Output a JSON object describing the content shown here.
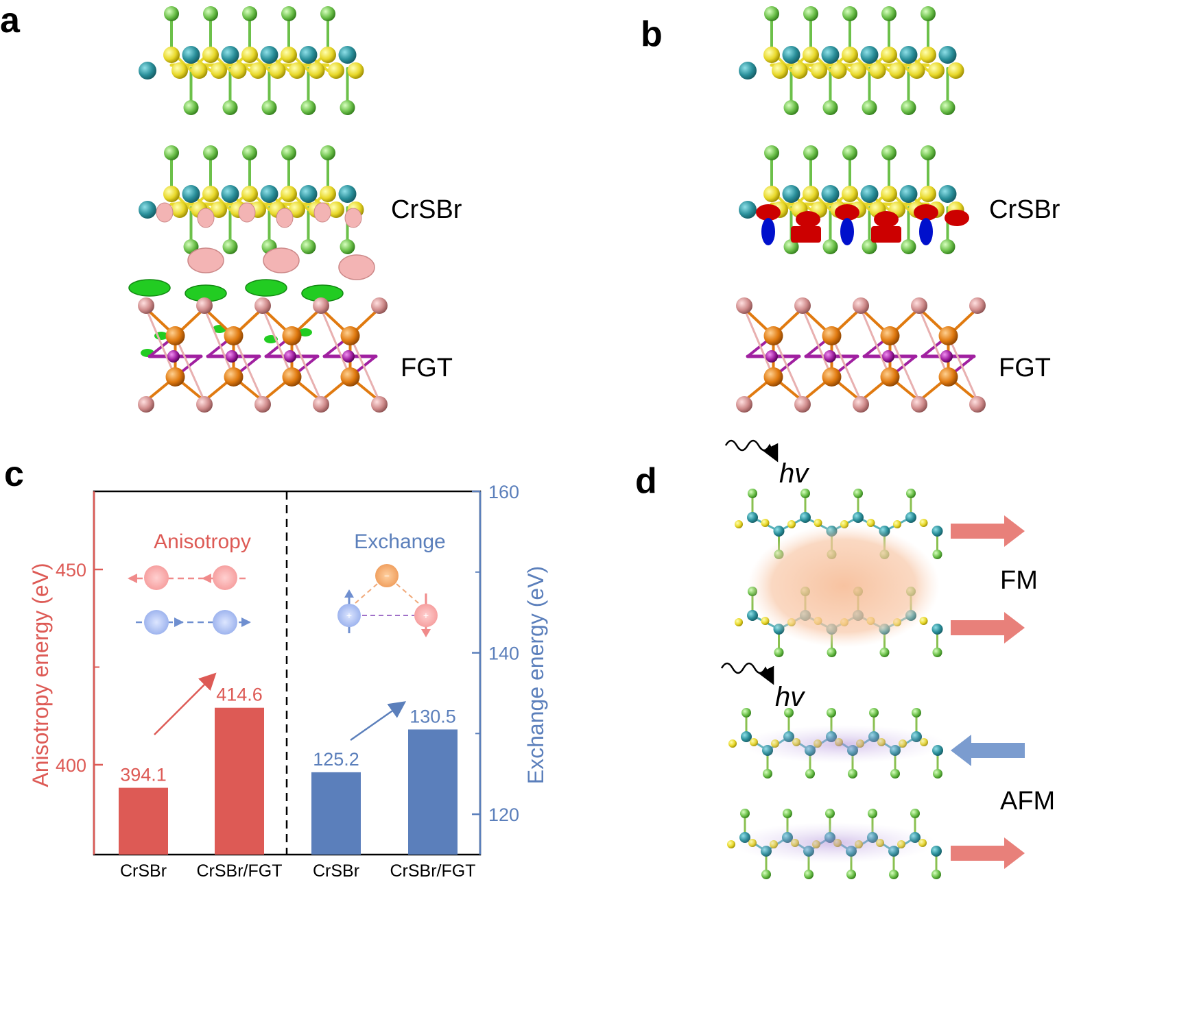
{
  "panels": {
    "a": {
      "letter": "a",
      "labels": {
        "top": "CrSBr",
        "bottom": "FGT"
      }
    },
    "b": {
      "letter": "b",
      "labels": {
        "top": "CrSBr",
        "bottom": "FGT"
      }
    },
    "c": {
      "letter": "c"
    },
    "d": {
      "letter": "d",
      "photon_label": "hv",
      "fm_label": "FM",
      "afm_label": "AFM"
    }
  },
  "colors": {
    "anisotropy": "#dd5a55",
    "exchange": "#5b7fbb",
    "cr_atom": "#2a8f9a",
    "s_atom": "#e8d82a",
    "br_atom": "#6cc04a",
    "fe_atom": "#e07a10",
    "ge_atom": "#a020a0",
    "te_atom": "#d08c8c",
    "charge_pink": "#f0b0b0",
    "charge_green": "#22cc22",
    "spin_red": "#cc0000",
    "spin_blue": "#0010cc"
  },
  "chart_data": {
    "type": "bar",
    "categories": [
      "CrSBr",
      "CrSBr/FGT",
      "CrSBr",
      "CrSBr/FGT"
    ],
    "series": [
      {
        "name": "Anisotropy",
        "axis": "left",
        "categories_index": [
          0,
          1
        ],
        "values": [
          394.1,
          414.6
        ],
        "labels": [
          "394.1",
          "414.6"
        ]
      },
      {
        "name": "Exchange",
        "axis": "right",
        "categories_index": [
          2,
          3
        ],
        "values": [
          125.2,
          130.5
        ],
        "labels": [
          "125.2",
          "130.5"
        ]
      }
    ],
    "ylabel_left": "Anisotropy energy (eV)",
    "ylabel_right": "Exchange  energy (eV)",
    "ylim_left": [
      377,
      470
    ],
    "yticks_left": [
      "400",
      "450"
    ],
    "ylim_right": [
      115,
      160
    ],
    "yticks_right": [
      "120",
      "140",
      "160"
    ],
    "annotations": {
      "left_title": "Anisotropy",
      "right_title": "Exchange"
    },
    "divider": "dashed"
  }
}
